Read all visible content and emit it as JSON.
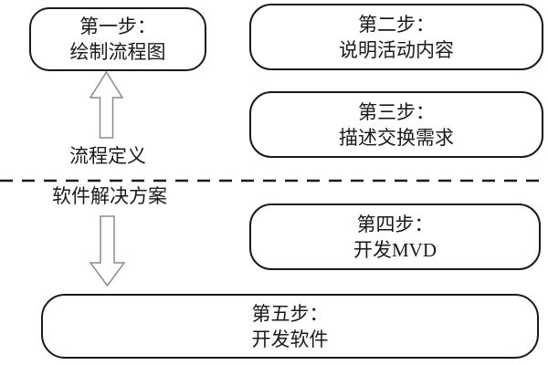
{
  "boxes": [
    {
      "name": "step-1",
      "line1": "第一步：",
      "line2": "绘制流程图"
    },
    {
      "name": "step-2",
      "line1": "第二步：",
      "line2": "说明活动内容"
    },
    {
      "name": "step-3",
      "line1": "第三步：",
      "line2": "描述交换需求"
    },
    {
      "name": "step-4",
      "line1": "第四步：",
      "line2": "开发MVD"
    },
    {
      "name": "step-5",
      "line1": "第五步：",
      "line2": "开发软件"
    }
  ],
  "labels": {
    "process_definition": "流程定义",
    "software_solution": "软件解决方案"
  },
  "icons": {
    "up_arrow": "hollow-up-arrow",
    "down_arrow": "hollow-down-arrow"
  },
  "colors": {
    "background": "#ffffff",
    "box_border": "#1a1a1a",
    "text": "#1a1a1a",
    "arrow_outline": "#8a8a8a",
    "divider": "#1a1a1a"
  }
}
